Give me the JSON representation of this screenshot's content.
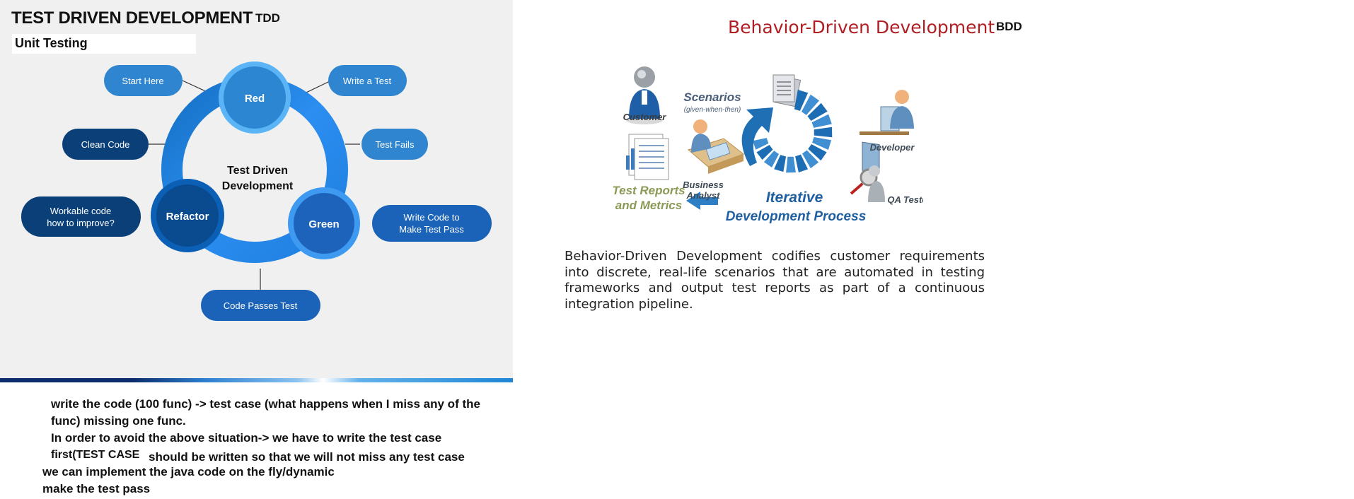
{
  "tdd": {
    "title": "TEST DRIVEN DEVELOPMENT",
    "abbr": "TDD",
    "subtitle": "Unit Testing",
    "center_line1": "Test Driven",
    "center_line2": "Development",
    "nodes": {
      "red": "Red",
      "green": "Green",
      "refactor": "Refactor"
    },
    "bubbles": {
      "start_here": "Start Here",
      "write_a_test": "Write a Test",
      "test_fails": "Test Fails",
      "clean_code": "Clean Code",
      "workable_line1": "Workable code",
      "workable_line2": "how to improve?",
      "write_code_line1": "Write Code to",
      "write_code_line2": "Make Test Pass",
      "code_passes": "Code Passes Test"
    }
  },
  "notes": {
    "line1": "write the code (100 func) -> test case (what happens when I miss any of the",
    "line2": "func) missing one func.",
    "line3": "In order to avoid the above situation-> we have to write the test case",
    "line4a": "first(TEST CASE",
    "line4b": "should be written so that we will not miss any test case",
    "line5": "we can implement the java code on the fly/dynamic",
    "line6": "make the test pass"
  },
  "bdd": {
    "title": "Behavior-Driven Development",
    "abbr": "BDD",
    "illustration": {
      "customer": "Customer",
      "scenarios": "Scenarios",
      "gwt": "(given-when-then)",
      "developer": "Developer",
      "business": "Business",
      "analyst": "Analyst",
      "qa_tester": "QA Tester",
      "reports1": "Test Reports",
      "reports2": "and Metrics",
      "iterative": "Iterative",
      "process": "Development Process"
    },
    "description": "Behavior-Driven Development codifies customer requirements into discrete, real-life scenarios that are automated in testing frameworks and output test reports as part of a continuous integration pipeline."
  }
}
